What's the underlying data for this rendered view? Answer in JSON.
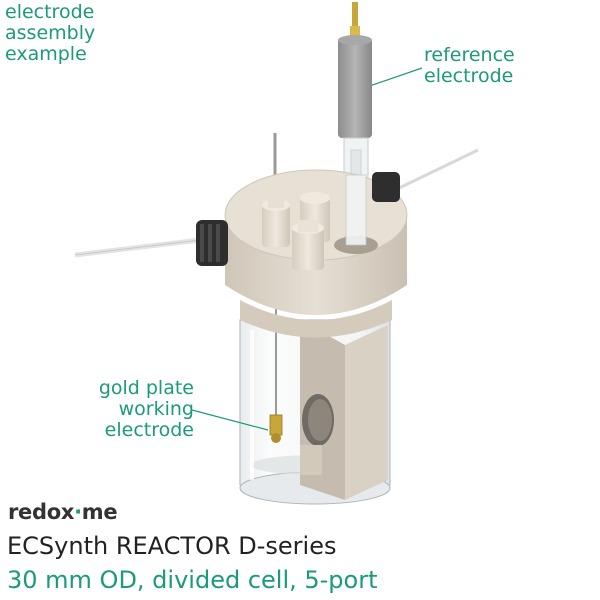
{
  "labels": {
    "assembly": "electrode\nassembly\nexample",
    "reference": "reference\nelectrode",
    "gold": "gold plate\nworking\nelectrode"
  },
  "brand": {
    "name_a": "redox",
    "dot": "·",
    "name_b": "me"
  },
  "title": "ECSynth REACTOR D-series",
  "subtitle": "30 mm OD, divided cell, 5-port",
  "colors": {
    "accent": "#1a9b7a",
    "text": "#222222",
    "cap": "#d8d0c4"
  }
}
